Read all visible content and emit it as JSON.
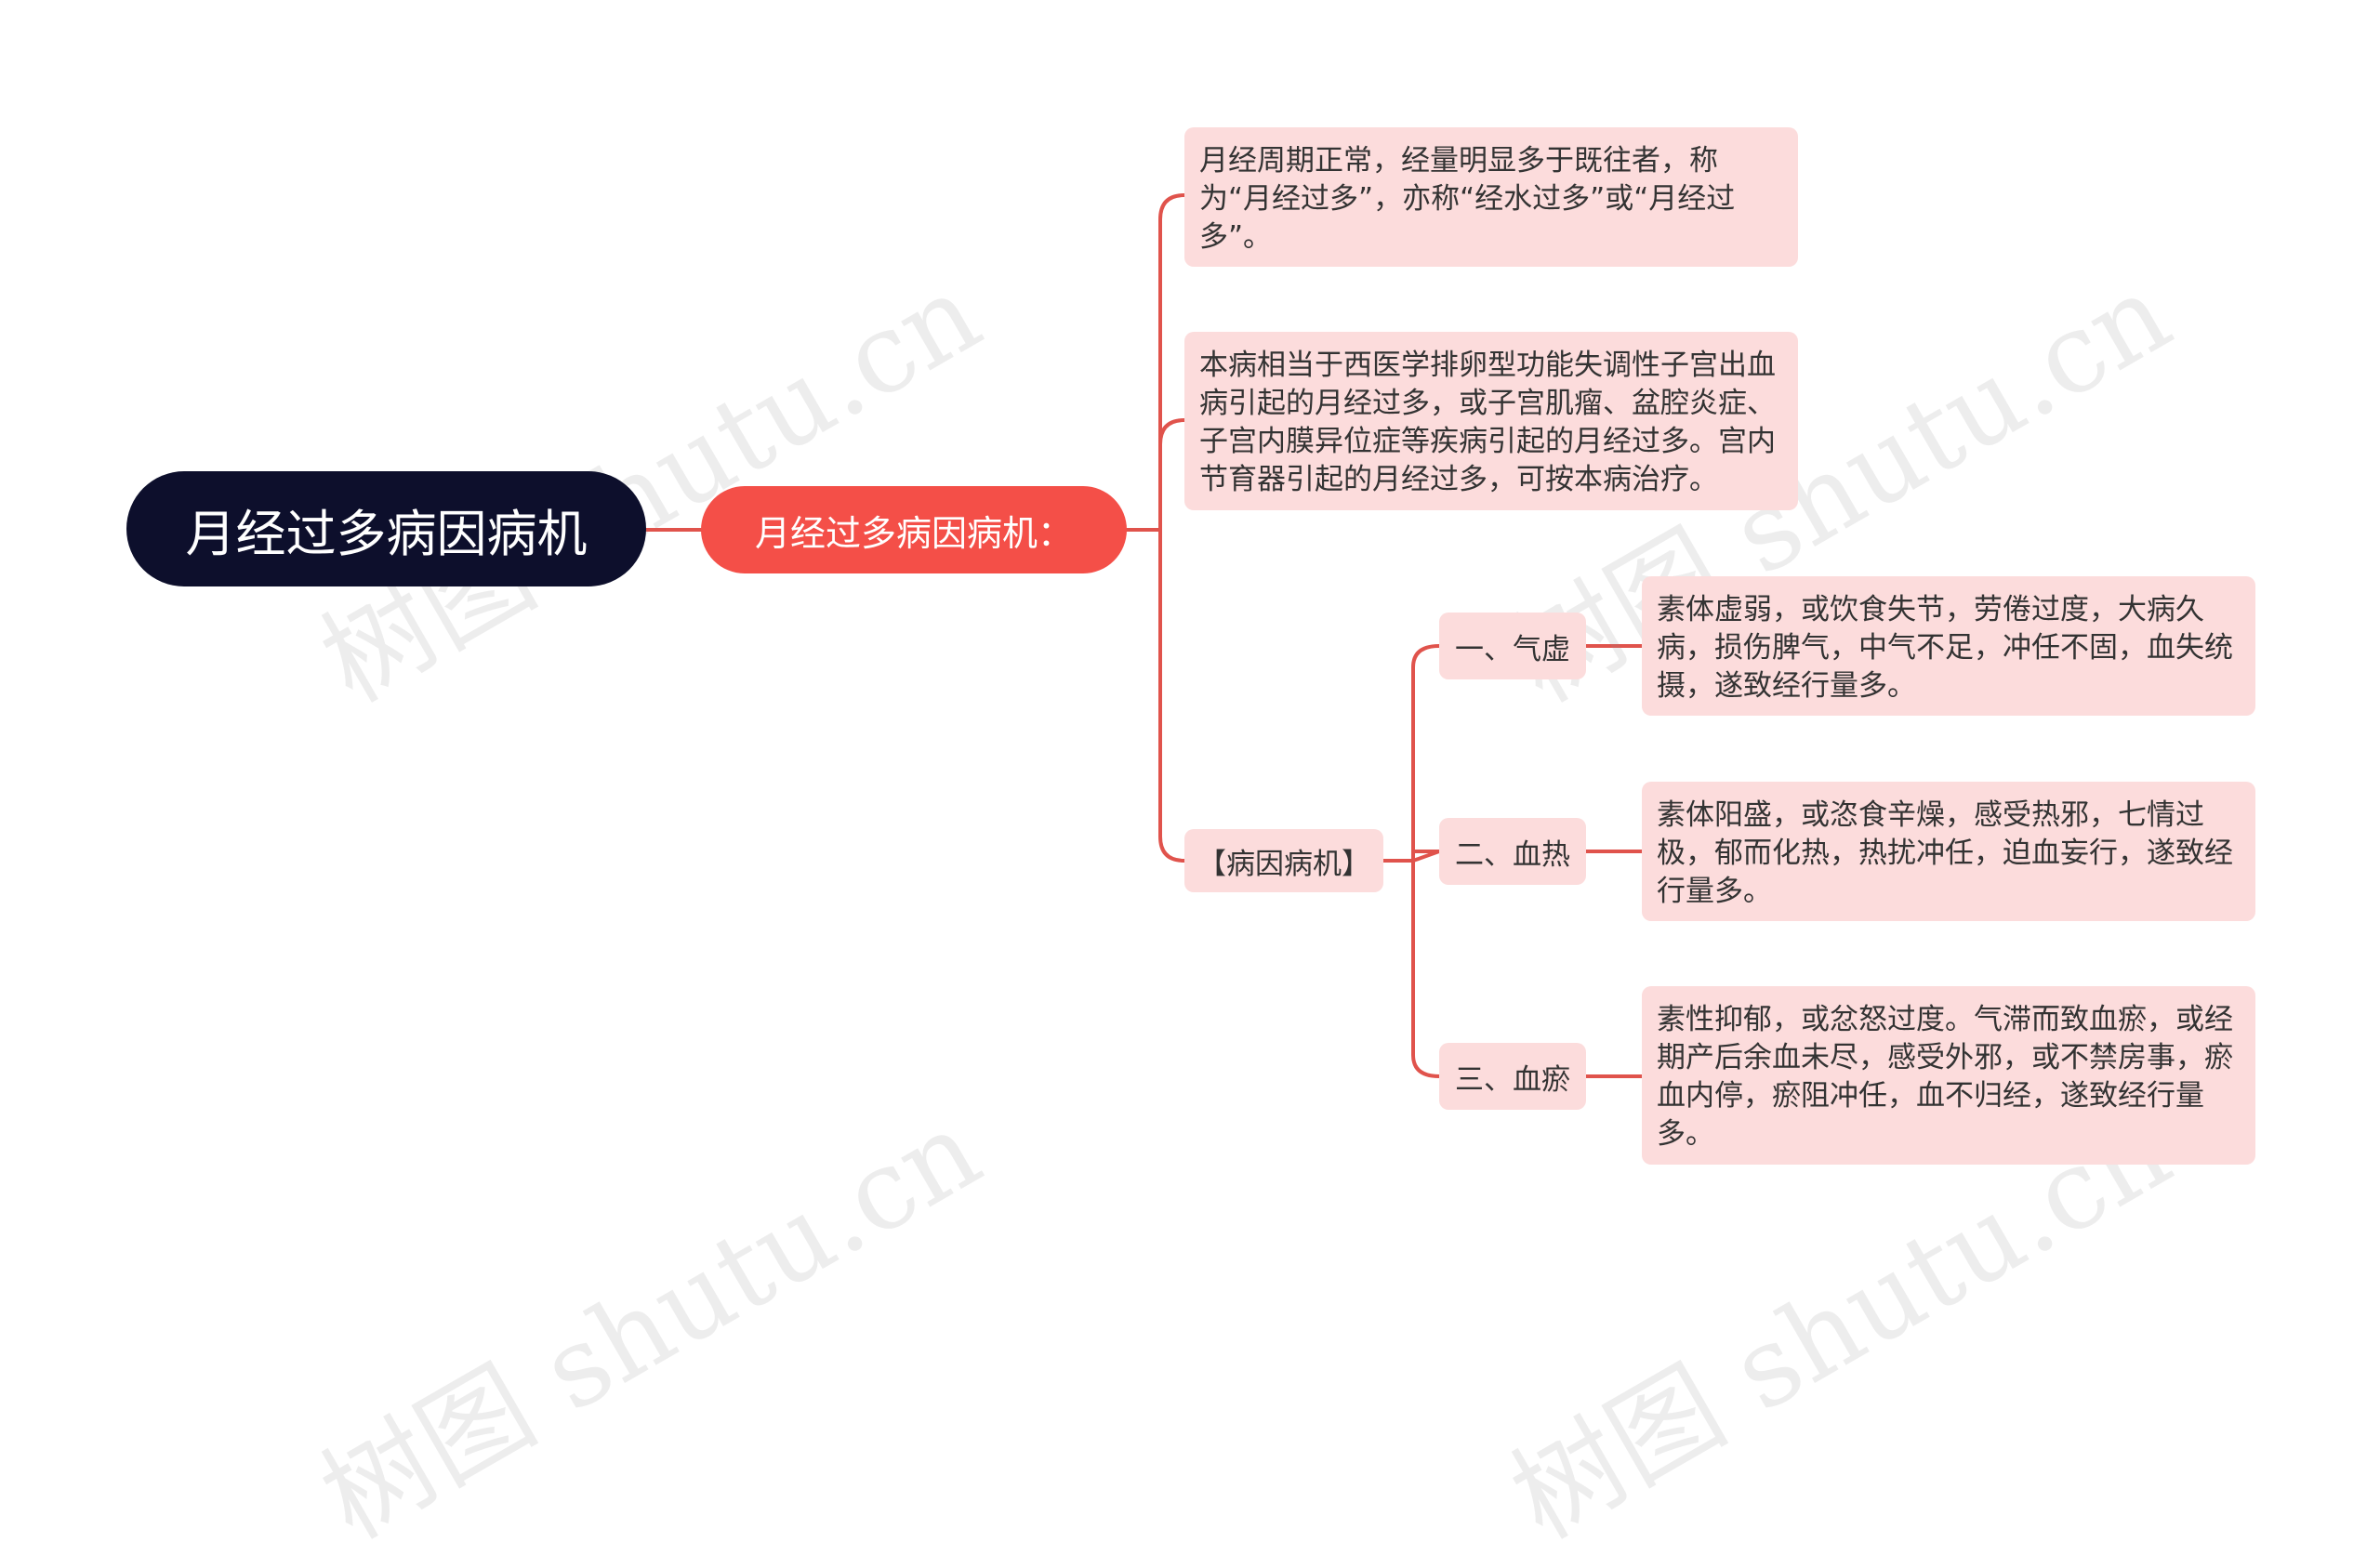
{
  "root": {
    "label": "月经过多病因病机"
  },
  "main": {
    "label": "月经过多病因病机："
  },
  "leaf1": {
    "text": "月经周期正常，经量明显多于既往者，称为“月经过多”，亦称“经水过多”或“月经过多”。"
  },
  "leaf2": {
    "text": "本病相当于西医学排卵型功能失调性子宫出血病引起的月经过多，或子宫肌瘤、盆腔炎症、子宫内膜异位症等疾病引起的月经过多。宫内节育器引起的月经过多，可按本病治疗。"
  },
  "cause": {
    "label": "【病因病机】",
    "items": [
      {
        "label": "一、气虚",
        "text": "素体虚弱，或饮食失节，劳倦过度，大病久病，损伤脾气，中气不足，冲任不固，血失统摄，遂致经行量多。"
      },
      {
        "label": "二、血热",
        "text": "素体阳盛，或恣食辛燥，感受热邪，七情过极，郁而化热，热扰冲任，迫血妄行，遂致经行量多。"
      },
      {
        "label": "三、血瘀",
        "text": "素性抑郁，或忿怒过度。气滞而致血瘀，或经期产后余血未尽，感受外邪，或不禁房事，瘀血内停，瘀阻冲任，血不归经，遂致经行量多。"
      }
    ]
  },
  "watermark": {
    "text": "树图 shutu.cn"
  },
  "colors": {
    "root_bg": "#0d0f2c",
    "main_bg": "#f44f48",
    "leaf_bg": "#fcdcdc",
    "line": "#e0534c"
  }
}
